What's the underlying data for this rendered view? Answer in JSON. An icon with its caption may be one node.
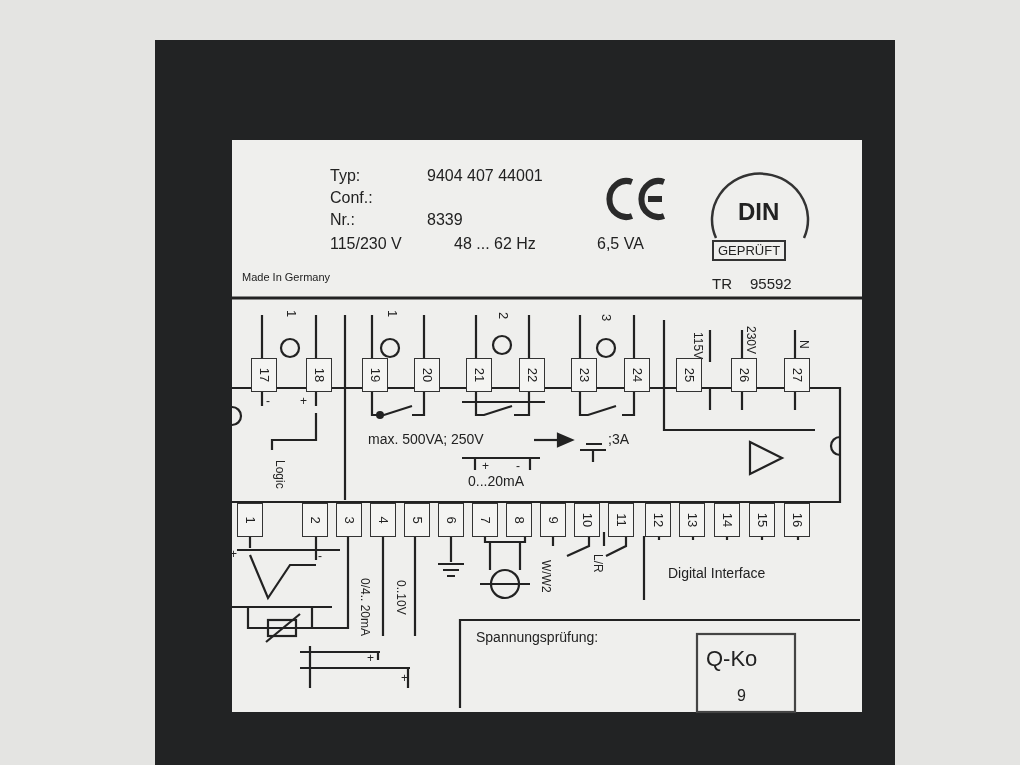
{
  "diagram": {
    "labels": [
      "Typ:",
      "9404 407 44001",
      "Conf.:",
      "Nr.:",
      "8339",
      "115/230 V",
      "48 ... 62 Hz",
      "6,5 VA",
      "DIN",
      "GEPRÜFT",
      "Made In Germany",
      "TR",
      "95592",
      "1",
      "1",
      "2",
      "3",
      "115V",
      "230V",
      "N",
      "17",
      "18",
      "19",
      "20",
      "21",
      "22",
      "23",
      "24",
      "25",
      "26",
      "27",
      "-",
      "+",
      "Logic",
      "max. 500VA; 250V",
      ";3A",
      "+",
      "-",
      "0...20mA",
      "1",
      "2",
      "3",
      "4",
      "5",
      "6",
      "7",
      "8",
      "9",
      "10",
      "11",
      "12",
      "13",
      "14",
      "15",
      "16",
      "+",
      "-",
      "0/4.. 20mA",
      "0..10V",
      "W/W2",
      "L/R",
      "Digital Interface",
      "+",
      "+",
      "Spannungsprüfung:",
      "Q-Ko",
      "9"
    ]
  }
}
